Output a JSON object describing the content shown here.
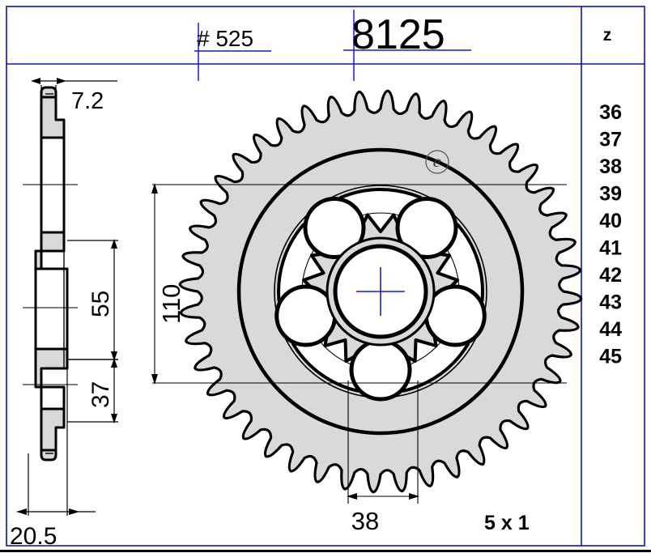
{
  "drawing": {
    "title_block": {
      "pitch_label": "#  525",
      "part_number": "8125",
      "teeth_column_header": "z"
    },
    "teeth_counts": [
      "36",
      "37",
      "38",
      "39",
      "40",
      "41",
      "42",
      "43",
      "44",
      "45"
    ],
    "dimensions": {
      "thickness_top": "7.2",
      "hub_bore_small": "55",
      "hub_bore_large": "37",
      "overall_width": "20.5",
      "outer_pcd": "110",
      "bolt_hole_spacing": "38"
    },
    "bolt_pattern_label": "5 x 1",
    "detail_marker": "e",
    "colors": {
      "frame_blue": "#1010c0",
      "centerline_blue": "#1a1ad0",
      "body_fill": "#d9d9d9",
      "outline_black": "#000000"
    },
    "view_labels": {
      "section_view": "side-section-view",
      "front_view": "sprocket-front-view"
    }
  }
}
